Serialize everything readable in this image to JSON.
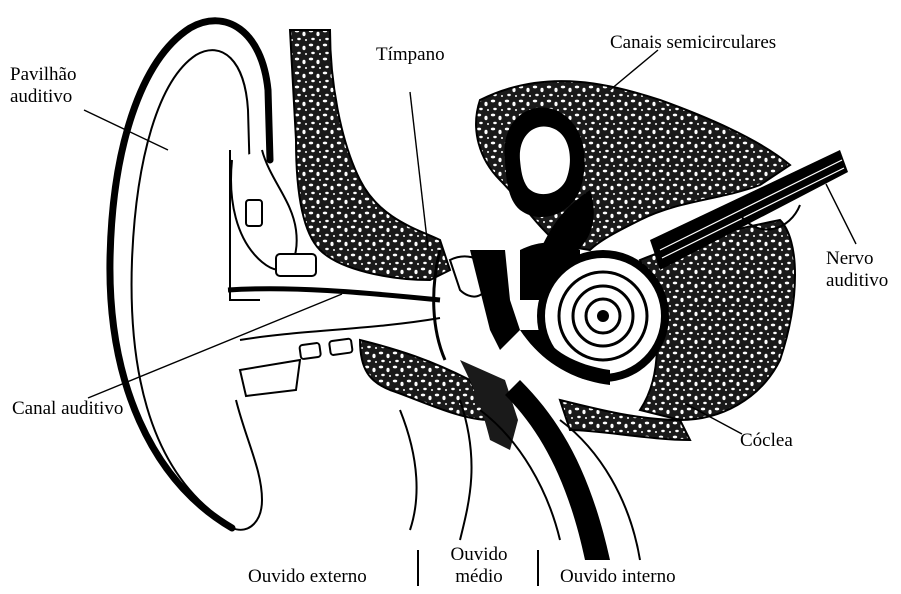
{
  "labels": {
    "pinna_line1": "Pavilhão",
    "pinna_line2": "auditivo",
    "eardrum": "Tímpano",
    "semicircular_canals": "Canais semicirculares",
    "nerve_line1": "Nervo",
    "nerve_line2": "auditivo",
    "ear_canal": "Canal auditivo",
    "cochlea": "Cóclea"
  },
  "regions": {
    "outer_ear": "Ouvido externo",
    "middle_ear_line1": "Ouvido",
    "middle_ear_line2": "médio",
    "inner_ear": "Ouvido interno"
  }
}
